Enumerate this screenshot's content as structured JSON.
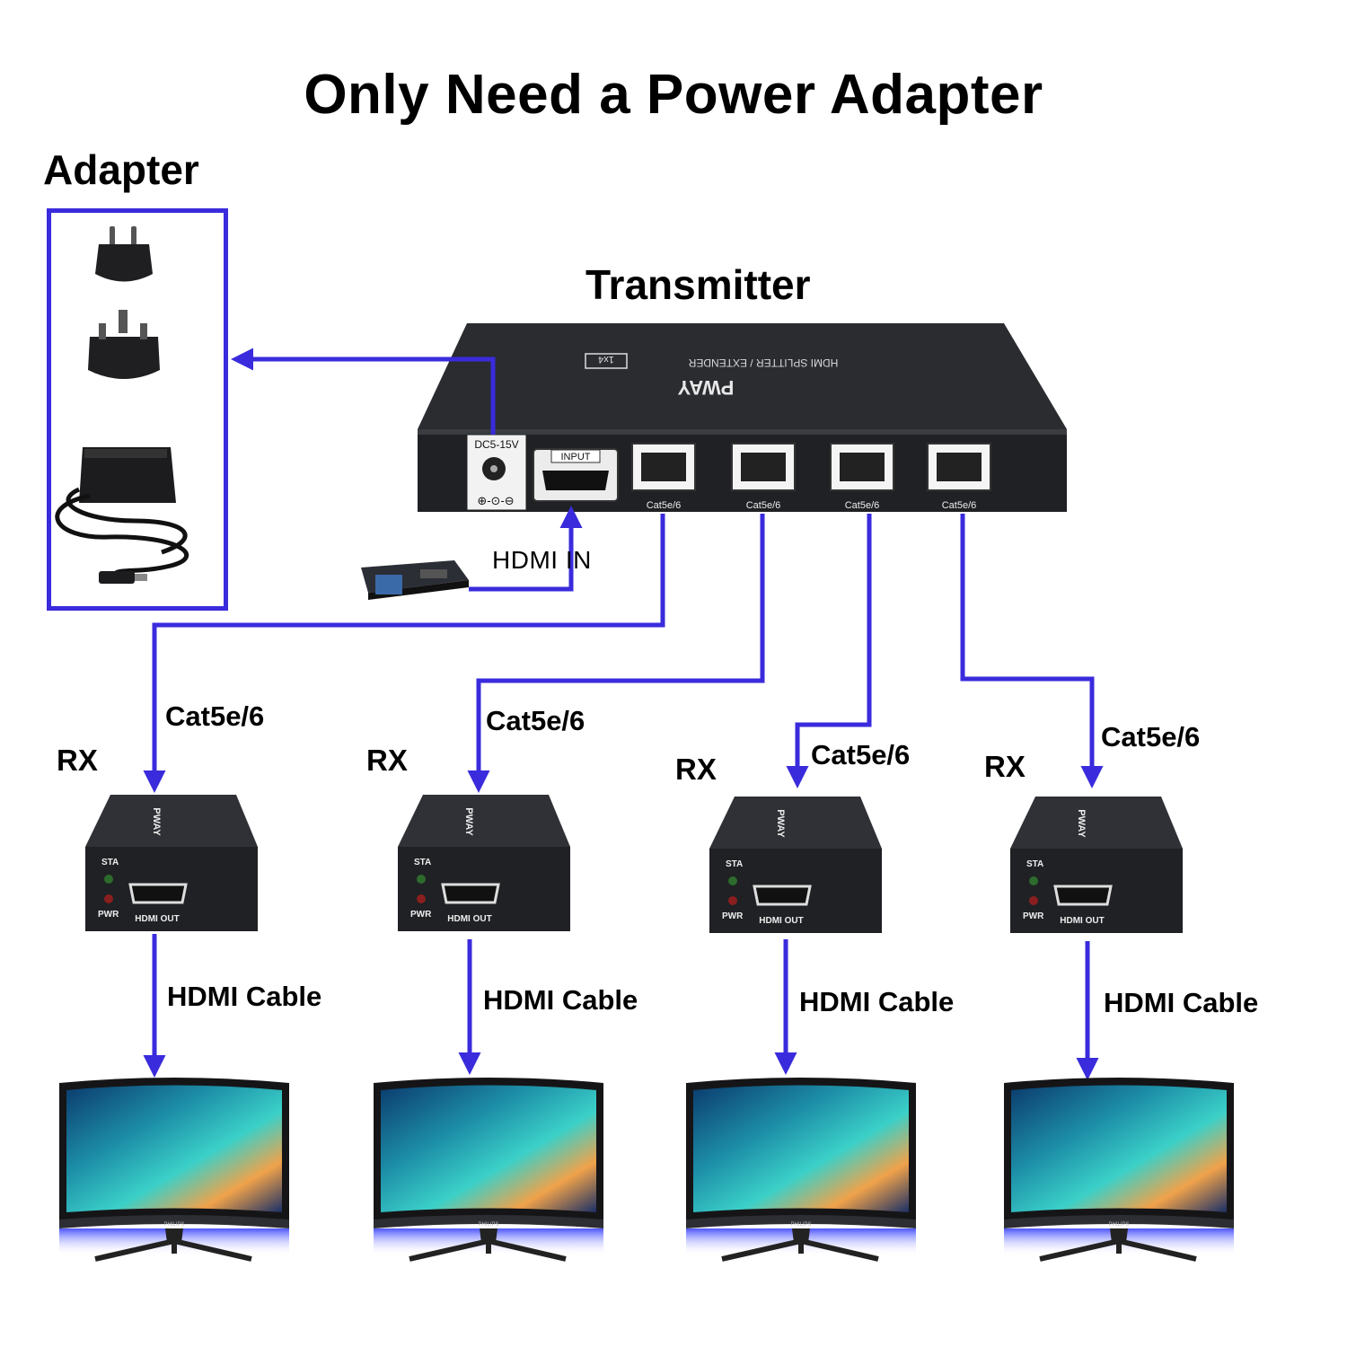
{
  "title": "Only Need a Power Adapter",
  "adapter": {
    "label": "Adapter"
  },
  "transmitter": {
    "label": "Transmitter",
    "brand": "PWAY",
    "model_text": "HDMI SPLITTER / EXTENDER",
    "model_badge": "1x4",
    "power_port": "DC5-15V",
    "input_port": "INPUT",
    "cat_ports": [
      "Cat5e/6",
      "Cat5e/6",
      "Cat5e/6",
      "Cat5e/6"
    ]
  },
  "source": {
    "label": "HDMI IN"
  },
  "cable_labels": [
    "Cat5e/6",
    "Cat5e/6",
    "Cat5e/6",
    "Cat5e/6"
  ],
  "receivers": [
    {
      "label": "RX",
      "sta": "STA",
      "pwr": "PWR",
      "port": "HDMI OUT",
      "brand": "PWAY"
    },
    {
      "label": "RX",
      "sta": "STA",
      "pwr": "PWR",
      "port": "HDMI OUT",
      "brand": "PWAY"
    },
    {
      "label": "RX",
      "sta": "STA",
      "pwr": "PWR",
      "port": "HDMI OUT",
      "brand": "PWAY"
    },
    {
      "label": "RX",
      "sta": "STA",
      "pwr": "PWR",
      "port": "HDMI OUT",
      "brand": "PWAY"
    }
  ],
  "hdmi_cable_labels": [
    "HDMI Cable",
    "HDMI Cable",
    "HDMI Cable",
    "HDMI Cable"
  ],
  "monitor_brand": "PHILIPS",
  "colors": {
    "line": "#3a2bdc",
    "device": "#2a2c30",
    "device_dark": "#1a1b1e"
  }
}
